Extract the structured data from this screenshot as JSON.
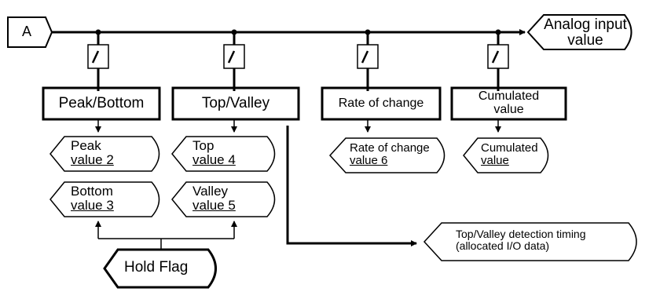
{
  "input_label": "A",
  "output_label": [
    "Analog input",
    "value"
  ],
  "switches": [
    "switch",
    "switch",
    "switch",
    "switch"
  ],
  "blocks": {
    "peak_bottom": "Peak/Bottom",
    "top_valley": "Top/Valley",
    "rate_of_change": "Rate of change",
    "cumulated": [
      "Cumulated",
      "value"
    ]
  },
  "outputs": {
    "peak": [
      "Peak",
      "value 2"
    ],
    "bottom": [
      "Bottom",
      "value 3"
    ],
    "top": [
      "Top",
      "value 4"
    ],
    "valley": [
      "Valley",
      "value 5"
    ],
    "rate": [
      "Rate of change",
      "value 6"
    ],
    "cumulated": [
      "Cumulated",
      "value"
    ]
  },
  "hold_flag": "Hold Flag",
  "timing": [
    "Top/Valley detection timing",
    "(allocated I/O data)"
  ],
  "colors": {
    "line": "#000000",
    "background": "#ffffff"
  }
}
